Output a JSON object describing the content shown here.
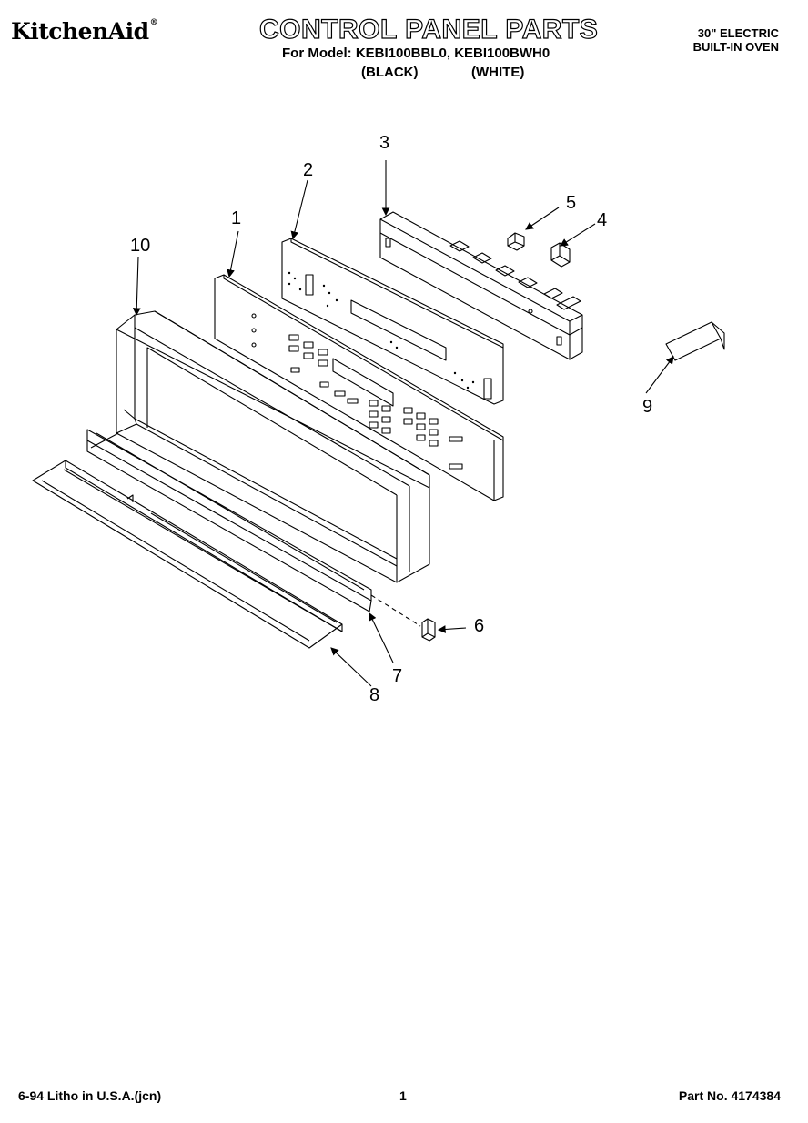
{
  "header": {
    "brand": "KitchenAid",
    "brand_mark": "®",
    "title": "CONTROL PANEL PARTS",
    "model_line": "For Model: KEBI100BBL0, KEBI100BWH0",
    "variant_black": "(BLACK)",
    "variant_white": "(WHITE)",
    "product_line1": "30\" ELECTRIC",
    "product_line2": "BUILT-IN OVEN"
  },
  "diagram": {
    "callouts": [
      "1",
      "2",
      "3",
      "4",
      "5",
      "6",
      "7",
      "8",
      "9",
      "10"
    ]
  },
  "footer": {
    "print_info": "6-94 Litho in U.S.A.(jcn)",
    "page_number": "1",
    "part_number": "Part No. 4174384"
  }
}
